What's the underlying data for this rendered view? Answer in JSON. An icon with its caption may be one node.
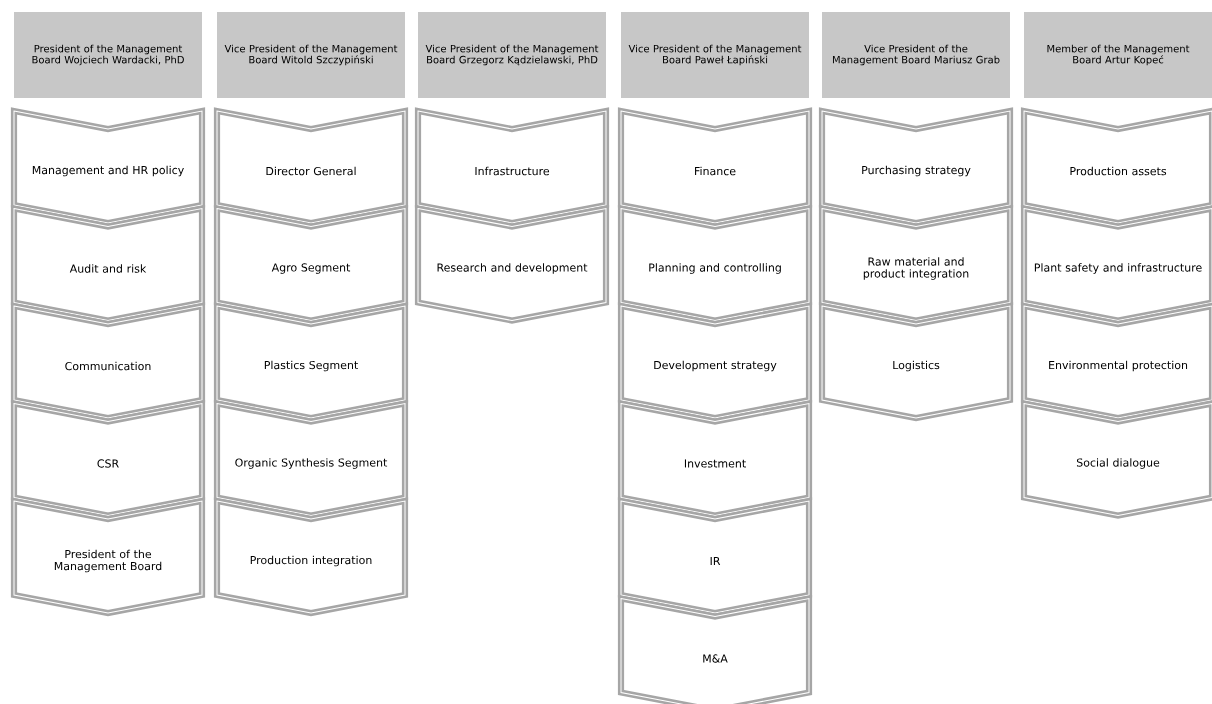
{
  "diagram": {
    "nodes": [
      {
        "text": [
          "President of the Management Board Wojciech Wardacki, PhD"
        ]
      },
      {
        "text": [
          "Management and HR policy"
        ]
      },
      {
        "text": [
          "Audit and risk"
        ]
      },
      {
        "text": [
          "Communication"
        ]
      },
      {
        "text": [
          "CSR"
        ]
      },
      {
        "text": [
          "President of the Management Board"
        ]
      },
      {
        "text": [
          "Vice President of the Management Board Witold Szczypiński"
        ]
      },
      {
        "text": [
          "Director General"
        ]
      },
      {
        "text": [
          "Agro Segment"
        ]
      },
      {
        "text": [
          "Plastics Segment"
        ]
      },
      {
        "text": [
          "Organic Synthesis Segment"
        ]
      },
      {
        "text": [
          "Production integration"
        ]
      },
      {
        "text": [
          "Vice President of the Management Board Grzegorz Kądzielawski, PhD"
        ]
      },
      {
        "text": [
          "Infrastructure"
        ]
      },
      {
        "text": [
          "Research and development"
        ]
      },
      {
        "text": [
          "Vice President of the Management Board Paweł Łapiński"
        ]
      },
      {
        "text": [
          "Finance"
        ]
      },
      {
        "text": [
          "Planning and controlling"
        ]
      },
      {
        "text": [
          "Development strategy"
        ]
      },
      {
        "text": [
          "Investment"
        ]
      },
      {
        "text": [
          "IR"
        ]
      },
      {
        "text": [
          "M&A"
        ]
      },
      {
        "text": [
          "Vice President of the Management Board Mariusz Grab"
        ]
      },
      {
        "text": [
          "Purchasing strategy"
        ]
      },
      {
        "text": [
          "Raw material and product integration"
        ]
      },
      {
        "text": [
          "Logistics"
        ]
      },
      {
        "text": [
          "Member of the Management Board Artur Kopeć"
        ]
      },
      {
        "text": [
          "Production assets"
        ]
      },
      {
        "text": [
          "Plant safety and infrastructure"
        ]
      },
      {
        "text": [
          "Environmental protection"
        ]
      },
      {
        "text": [
          "Social dialogue"
        ]
      }
    ]
  }
}
